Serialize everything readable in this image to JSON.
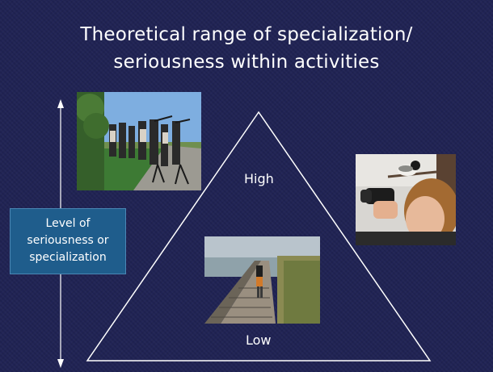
{
  "slide": {
    "title_line1": "Theoretical range of specialization/",
    "title_line2": "seriousness within activities"
  },
  "axis_label": {
    "line1": "Level of",
    "line2": "seriousness or",
    "line3": "specialization"
  },
  "triangle": {
    "top_label": "High",
    "bottom_label": "Low"
  },
  "colors": {
    "background": "#202354",
    "label_box": "#1f5d8c",
    "lines": "#ffffff"
  }
}
